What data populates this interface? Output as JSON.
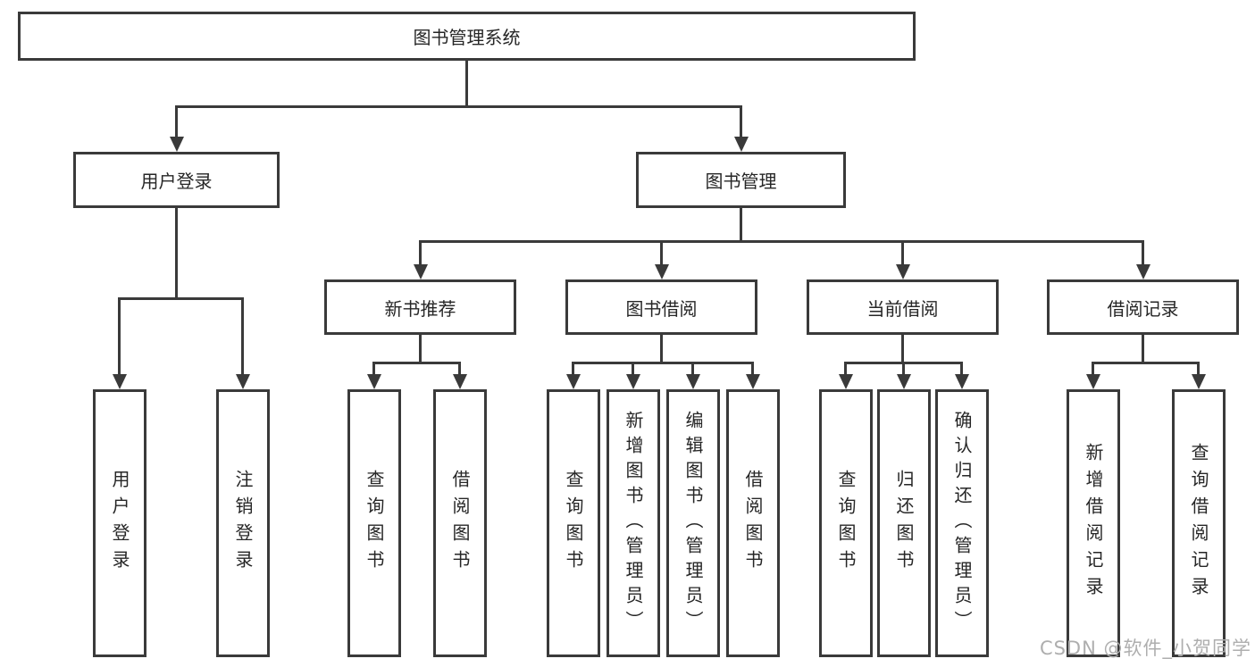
{
  "root": {
    "label": "图书管理系统"
  },
  "tree": {
    "user_login": {
      "label": "用户登录",
      "children": [
        {
          "label": "用户登录"
        },
        {
          "label": "注销登录"
        }
      ]
    },
    "book_management": {
      "label": "图书管理",
      "children": [
        {
          "label": "新书推荐",
          "children": [
            {
              "label": "查询图书"
            },
            {
              "label": "借阅图书"
            }
          ]
        },
        {
          "label": "图书借阅",
          "children": [
            {
              "label": "查询图书"
            },
            {
              "label": "新增图书（管理员）"
            },
            {
              "label": "编辑图书（管理员）"
            },
            {
              "label": "借阅图书"
            }
          ]
        },
        {
          "label": "当前借阅",
          "children": [
            {
              "label": "查询图书"
            },
            {
              "label": "归还图书"
            },
            {
              "label": "确认归还（管理员）"
            }
          ]
        },
        {
          "label": "借阅记录",
          "children": [
            {
              "label": "新增借阅记录"
            },
            {
              "label": "查询借阅记录"
            }
          ]
        }
      ]
    }
  },
  "watermark": "CSDN @软件_小贺同学",
  "colors": {
    "line": "#3a3a3a",
    "text": "#262626",
    "watermark": "#aeaeae",
    "background": "#ffffff"
  }
}
